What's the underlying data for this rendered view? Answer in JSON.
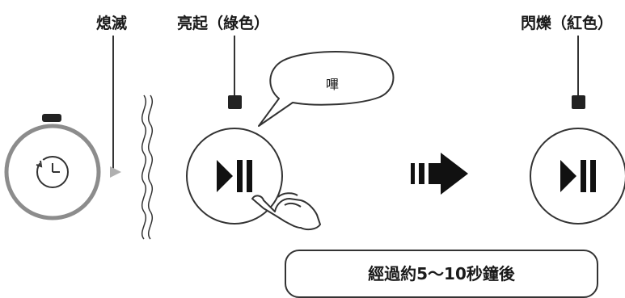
{
  "labels": {
    "off": "熄滅",
    "lit_green": "亮起（綠色）",
    "blink_red": "閃爍（紅色）"
  },
  "speech_bubble": "嗶",
  "note": "經過約5～10秒鐘後",
  "icons": {
    "timer": "timer-icon",
    "play_pause": "play-pause-icon",
    "hand": "hand-press-icon",
    "arrow": "right-arrow-icon"
  },
  "colors": {
    "stroke": "#333333",
    "dim_ring": "#8c8c8c",
    "indicator": "#222222",
    "arrow_fill": "#111111",
    "pointer_gray": "#b0b0b0"
  }
}
